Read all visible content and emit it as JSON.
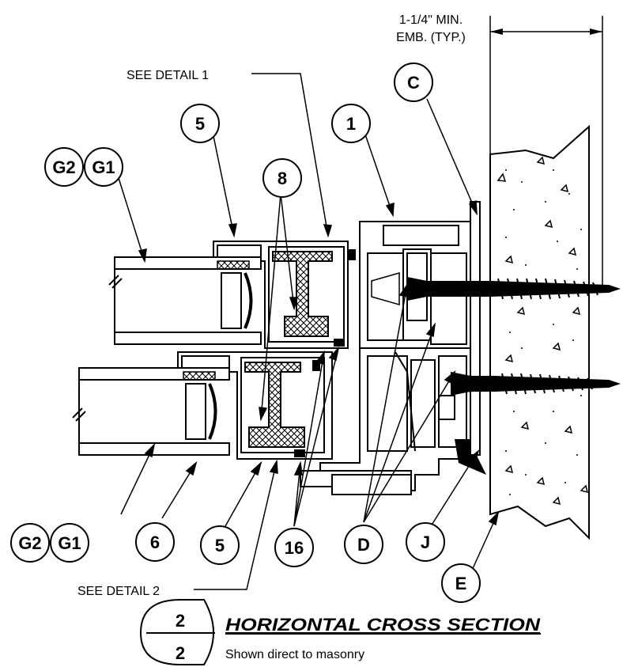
{
  "callouts": {
    "emb_line1": "1-1/4\" MIN.",
    "emb_line2": "EMB. (TYP.)",
    "see_detail_1": "SEE DETAIL 1",
    "see_detail_2": "SEE DETAIL 2"
  },
  "bubbles": {
    "g2_top": "G2",
    "g1_top": "G1",
    "five_top": "5",
    "eight": "8",
    "one": "1",
    "c": "C",
    "g2_bottom": "G2",
    "g1_bottom": "G1",
    "six": "6",
    "five_bottom": "5",
    "sixteen": "16",
    "d": "D",
    "j": "J",
    "e": "E"
  },
  "title_block": {
    "detail_number": "2",
    "sheet_number": "2",
    "title": "HORIZONTAL CROSS SECTION",
    "subtitle": "Shown direct to masonry"
  }
}
